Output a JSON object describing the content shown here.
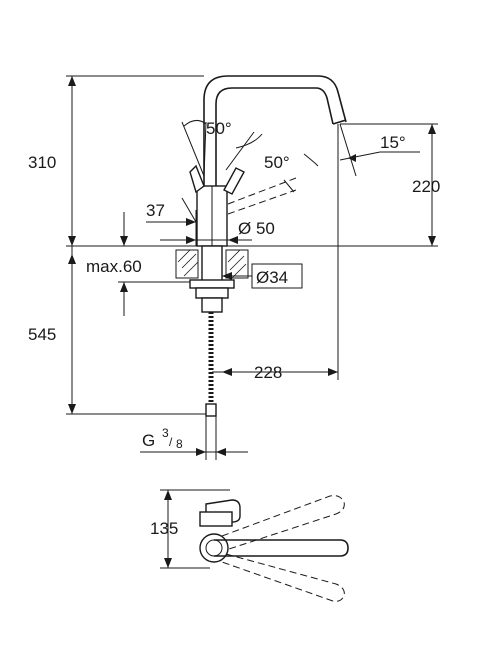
{
  "dimensions": {
    "height_total": "310",
    "height_spout": "220",
    "depth_below": "545",
    "reach": "228",
    "lever_angle_top": "50°",
    "lever_angle_side": "50°",
    "spout_angle": "15°",
    "body_offset": "37",
    "body_diameter": "Ø 50",
    "hole_diameter": "Ø34",
    "max_thickness": "max.60",
    "thread_prefix": "G",
    "thread_num": "3",
    "thread_den": "8",
    "top_view_height": "135"
  }
}
